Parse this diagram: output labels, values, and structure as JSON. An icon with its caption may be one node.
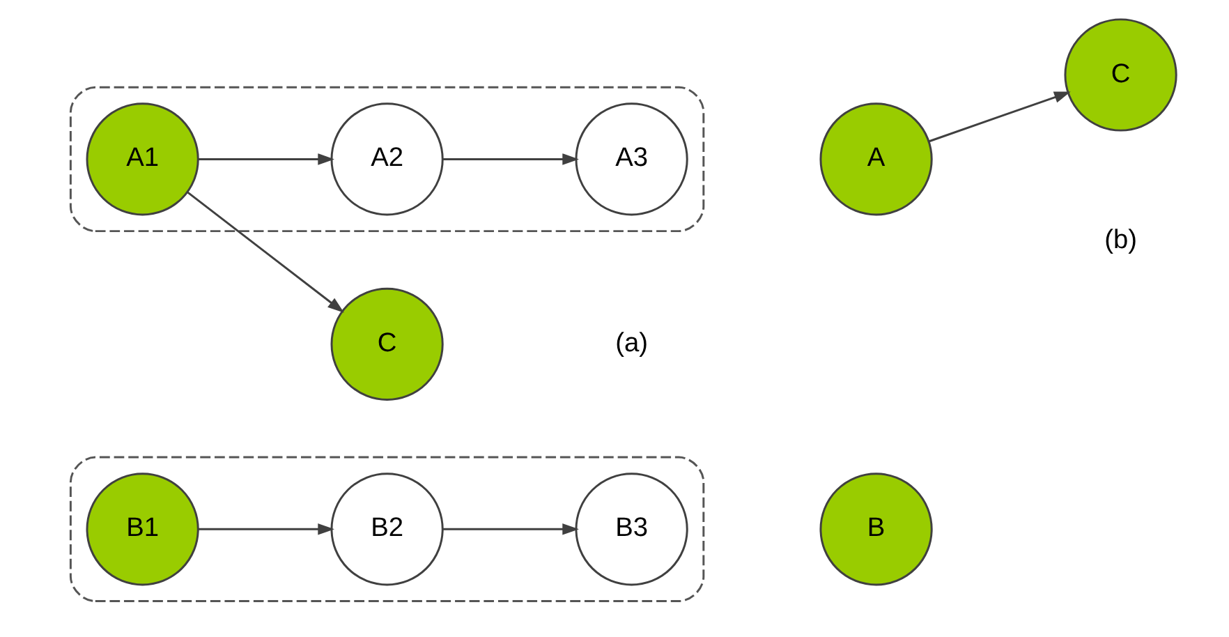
{
  "diagram": {
    "nodes": [
      {
        "text": [],
        "shape": "box"
      },
      {
        "text": [
          "B1"
        ],
        "in": 0
      },
      {
        "text": [
          "B2"
        ],
        "in": 0
      },
      {
        "text": [
          "B3"
        ],
        "in": 0
      },
      {
        "text": [],
        "shape": "box"
      },
      {
        "text": [
          "A1"
        ],
        "in": 4
      },
      {
        "text": [
          "A2"
        ],
        "in": 4
      },
      {
        "text": [
          "A3"
        ],
        "in": 4
      },
      {
        "text": [
          "C"
        ]
      },
      {
        "text": [
          "B"
        ]
      },
      {
        "text": [
          "A"
        ]
      },
      {
        "text": [
          "C"
        ]
      }
    ],
    "edges": [
      {
        "from": 1,
        "to": 2,
        "arrow": "to"
      },
      {
        "from": 2,
        "to": 3,
        "arrow": "to"
      },
      {
        "from": 5,
        "to": 6,
        "arrow": "to"
      },
      {
        "from": 6,
        "to": 7,
        "arrow": "to"
      },
      {
        "from": 5,
        "to": 8,
        "arrow": "to"
      },
      {
        "from": 10,
        "to": 11,
        "arrow": "to"
      }
    ],
    "labels": [
      "(a)",
      "(b)"
    ]
  }
}
